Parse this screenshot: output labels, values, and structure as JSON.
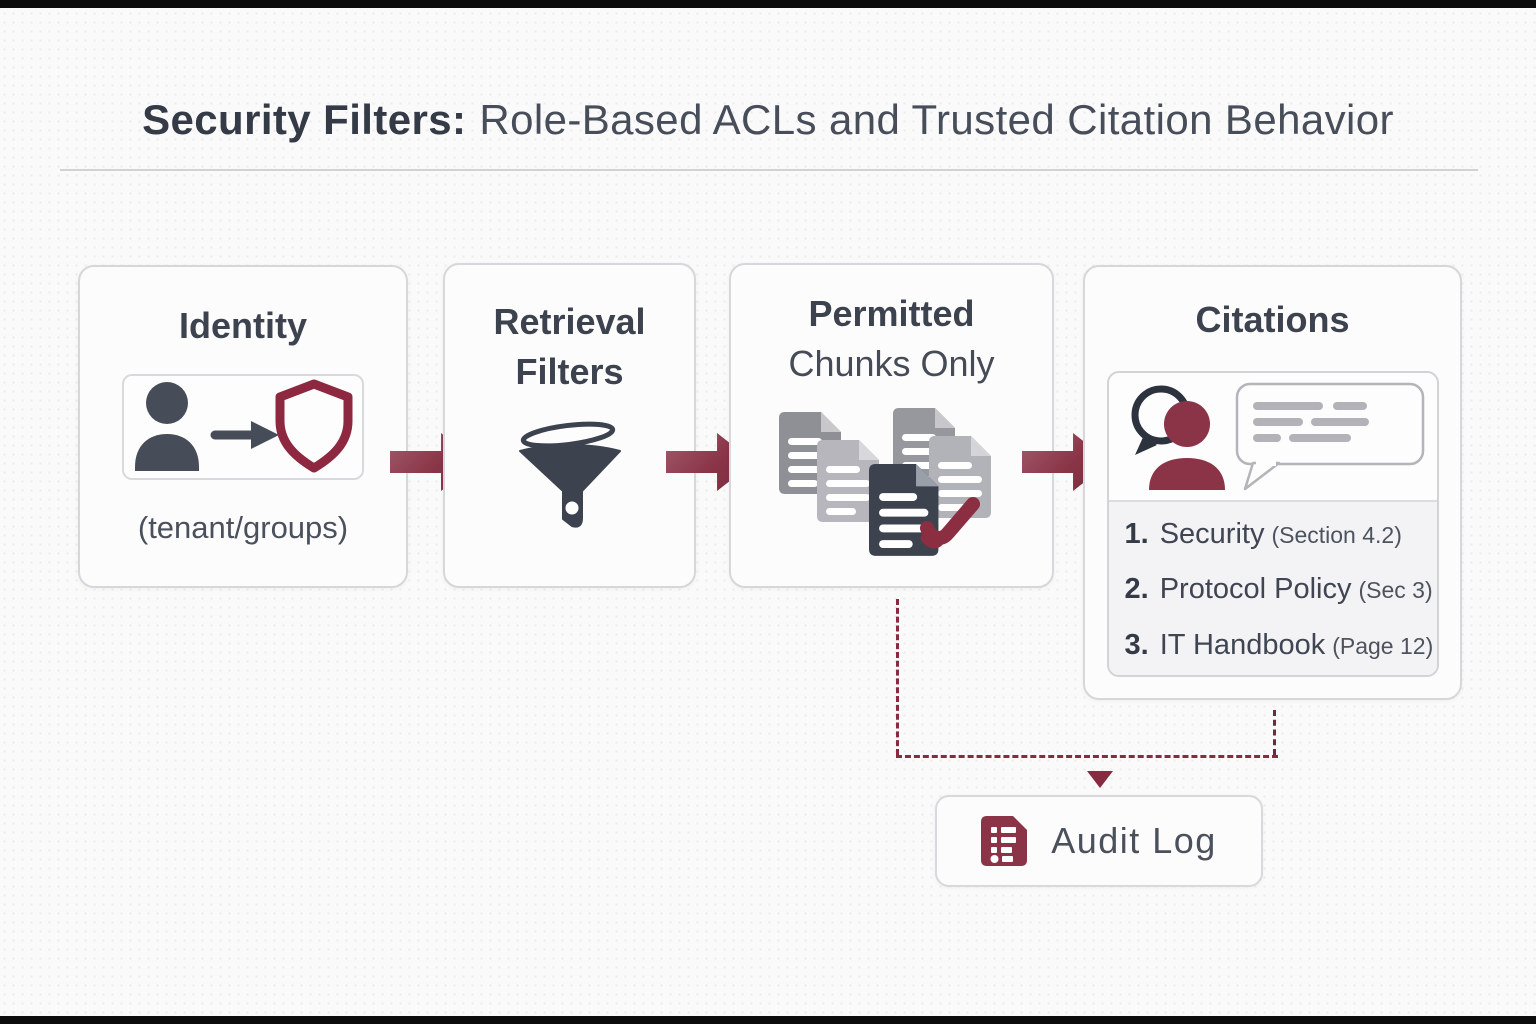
{
  "title": {
    "lead": "Security Filters:",
    "rest": "Role-Based ACLs and Trusted Citation Behavior"
  },
  "colors": {
    "accent_maroon": "#8b2e42",
    "shield_maroon": "#8d2840",
    "dark_slate": "#3d434e",
    "doc_gray": "#97979e",
    "doc_gray_light": "#b6b6bc",
    "chat_bar_gray": "#b2b2b8",
    "box_border": "#d7d7db",
    "background": "#fafafa"
  },
  "flow": {
    "identity": {
      "title": "Identity",
      "caption": "(tenant/groups)",
      "icon": "user-arrow-shield-icon"
    },
    "retrieval": {
      "line1": "Retrieval",
      "line2": "Filters",
      "icon": "funnel-icon"
    },
    "permitted": {
      "line1": "Permitted",
      "line2": "Chunks Only",
      "icon": "document-stack-check-icon"
    },
    "citations": {
      "title": "Citations",
      "icon": "user-chat-bubble-icon",
      "items": [
        {
          "num": "1.",
          "name": "Security",
          "ref": "(Section 4.2)"
        },
        {
          "num": "2.",
          "name": "Protocol Policy",
          "ref": "(Sec 3)"
        },
        {
          "num": "3.",
          "name": "IT Handbook",
          "ref": "(Page 12)"
        }
      ]
    }
  },
  "audit": {
    "label": "Audit Log",
    "icon": "audit-log-table-icon"
  }
}
